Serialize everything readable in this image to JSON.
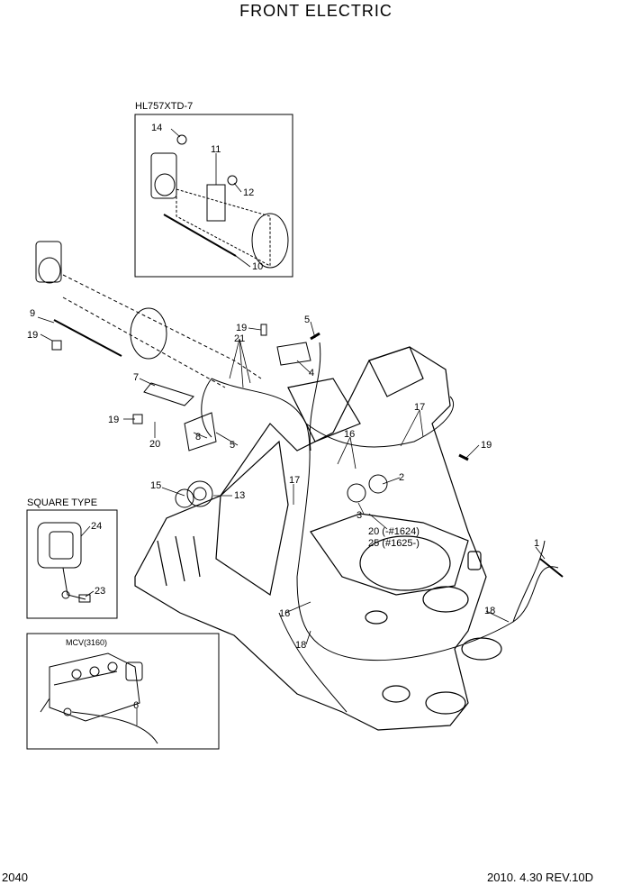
{
  "title": "FRONT ELECTRIC",
  "insets": {
    "top": "HL757XTD-7",
    "square": "SQUARE TYPE",
    "mcv": "MCV(3160)"
  },
  "callouts": {
    "c1": "1",
    "c2": "2",
    "c3": "3",
    "c4": "4",
    "c5a": "5",
    "c5b": "5",
    "c6": "6",
    "c7": "7",
    "c8": "8",
    "c9": "9",
    "c10": "10",
    "c11": "11",
    "c12": "12",
    "c13": "13",
    "c14": "14",
    "c15": "15",
    "c16a": "16",
    "c16b": "16",
    "c17a": "17",
    "c17b": "17",
    "c18a": "18",
    "c18b": "18",
    "c19a": "19",
    "c19b": "19",
    "c19c": "19",
    "c19d": "19",
    "c20a": "20",
    "c20b": "20 (-#1624)",
    "c21": "21",
    "c23": "23",
    "c24": "24",
    "c25": "25 (#1625-)"
  },
  "footer": {
    "page": "2040",
    "date_rev": "2010. 4.30  REV.10D"
  }
}
